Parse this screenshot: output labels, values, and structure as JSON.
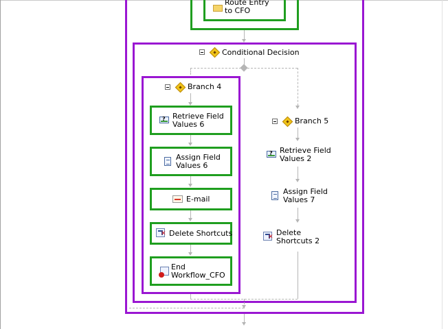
{
  "top_step": {
    "label": "Route Entry to CFO"
  },
  "decision": {
    "label": "Conditional Decision"
  },
  "branch4": {
    "label": "Branch 4",
    "steps": [
      {
        "label": "Retrieve Field Values 6"
      },
      {
        "label": "Assign Field Values 6"
      },
      {
        "label": "E-mail"
      },
      {
        "label": "Delete Shortcuts"
      },
      {
        "label": "End Workflow_CFO"
      }
    ]
  },
  "branch5": {
    "label": "Branch 5",
    "steps": [
      {
        "label": "Retrieve Field Values 2"
      },
      {
        "label": "Assign Field Values 7"
      },
      {
        "label": "Delete Shortcuts 2"
      }
    ]
  },
  "colors": {
    "container_border": "#9a16d2",
    "activity_border": "#1f9e1f",
    "connector": "#b5b5b5"
  },
  "icons": {
    "collapse": "collapse-toggle-icon",
    "decision": "decision-diamond-icon",
    "retrieve": "retrieve-field-values-icon",
    "assign": "assign-field-values-icon",
    "email": "email-icon",
    "delete_shortcuts": "delete-shortcuts-icon",
    "end_workflow": "end-workflow-icon",
    "route": "route-folder-icon"
  }
}
